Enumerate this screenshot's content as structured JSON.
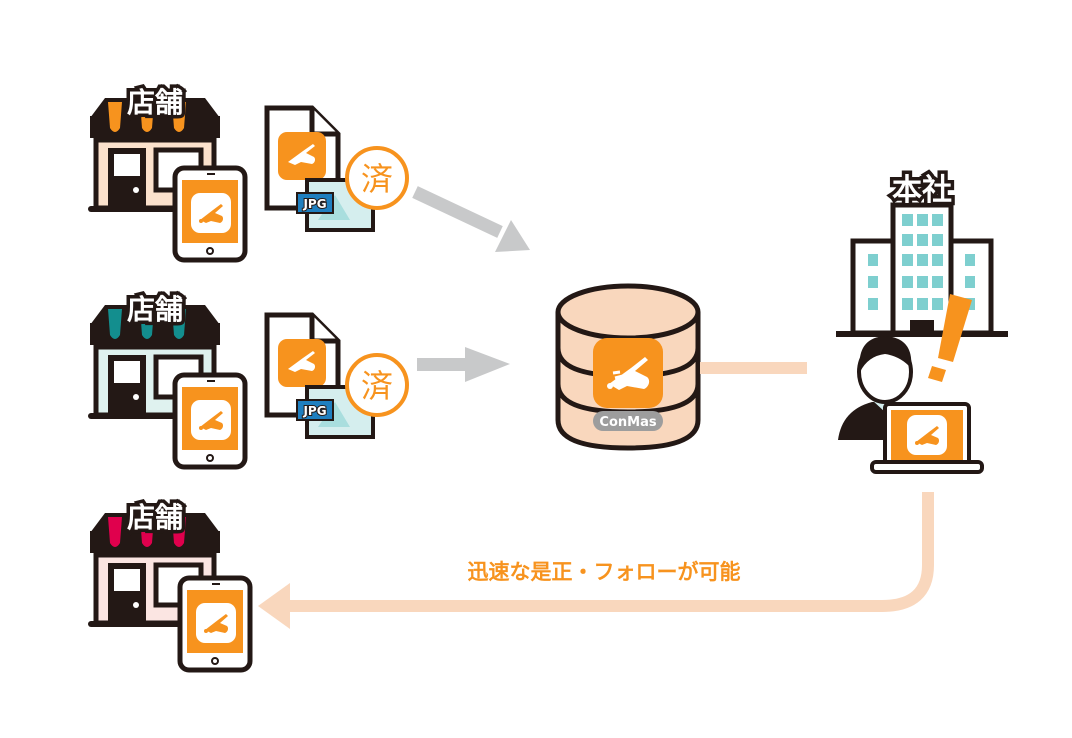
{
  "diagram": {
    "title": "ConMas workflow: stores to headquarters",
    "colors": {
      "orange": "#f7931e",
      "arrow_gray": "#c8c9ca",
      "arrow_peach": "#f9d7bd",
      "outline": "#231815",
      "db_fill": "#f9d7bd",
      "building_window": "#7ecfcf",
      "pill_gray": "#9d9d9d"
    },
    "stores": [
      {
        "label": "店舗",
        "awning_color": "#f7931e",
        "wall_color": "#fbe1cc"
      },
      {
        "label": "店舗",
        "awning_color": "#138e8e",
        "wall_color": "#dff2ef"
      },
      {
        "label": "店舗",
        "awning_color": "#e0004d",
        "wall_color": "#fbe5e2"
      }
    ],
    "documents": [
      {
        "file_badge": "JPG",
        "stamp": "済"
      },
      {
        "file_badge": "JPG",
        "stamp": "済"
      }
    ],
    "database": {
      "label": "ConMas"
    },
    "headquarters": {
      "label": "本社"
    },
    "feedback_message": "迅速な是正・フォローが可能"
  }
}
